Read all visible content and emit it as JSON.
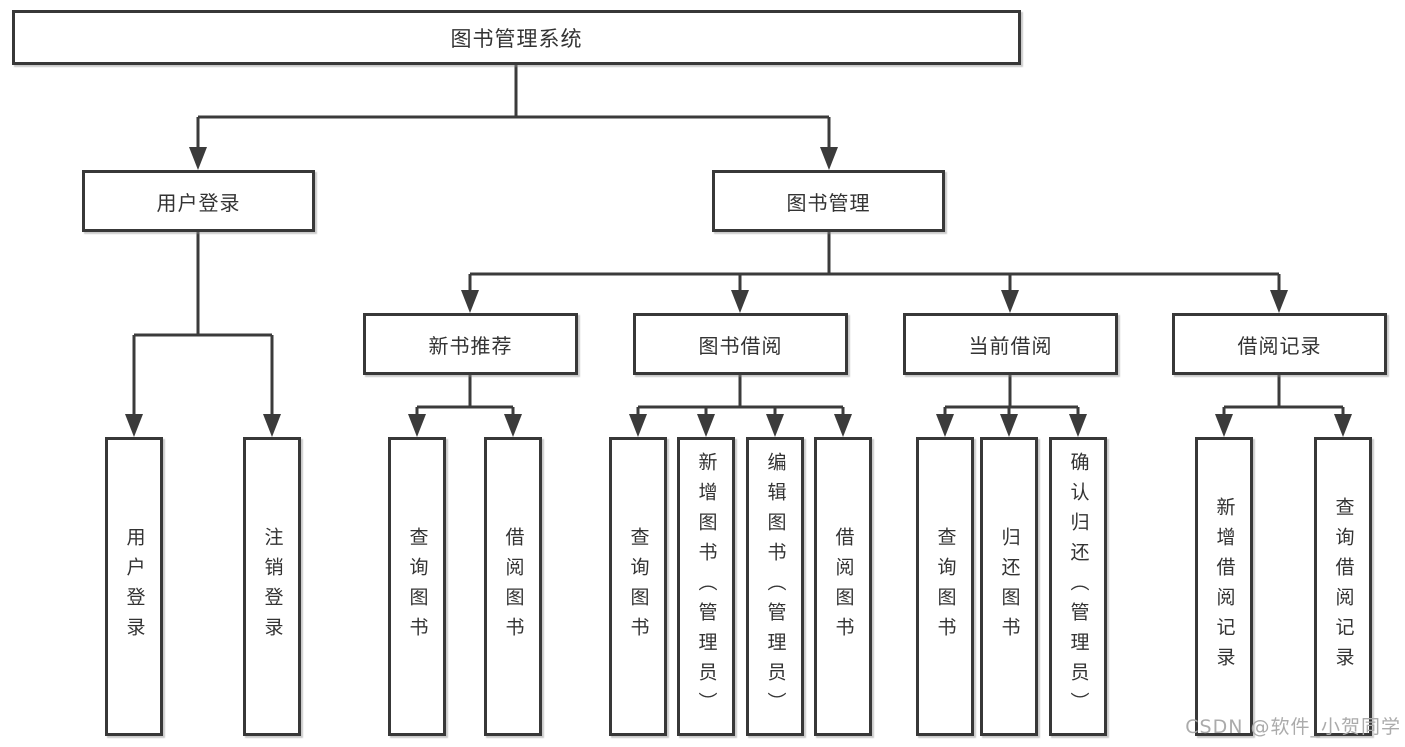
{
  "tree": {
    "label": "图书管理系统",
    "children": [
      {
        "label": "用户登录",
        "children": [
          {
            "label": "用户登录"
          },
          {
            "label": "注销登录"
          }
        ]
      },
      {
        "label": "图书管理",
        "children": [
          {
            "label": "新书推荐",
            "children": [
              {
                "label": "查询图书"
              },
              {
                "label": "借阅图书"
              }
            ]
          },
          {
            "label": "图书借阅",
            "children": [
              {
                "label": "查询图书"
              },
              {
                "label": "新增图书（管理员）"
              },
              {
                "label": "编辑图书（管理员）"
              },
              {
                "label": "借阅图书"
              }
            ]
          },
          {
            "label": "当前借阅",
            "children": [
              {
                "label": "查询图书"
              },
              {
                "label": "归还图书"
              },
              {
                "label": "确认归还（管理员）"
              }
            ]
          },
          {
            "label": "借阅记录",
            "children": [
              {
                "label": "新增借阅记录"
              },
              {
                "label": "查询借阅记录"
              }
            ]
          }
        ]
      }
    ]
  },
  "watermark": {
    "text": "CSDN @软件_小贺同学"
  },
  "colors": {
    "line": "#3b3b3b",
    "box_border": "#383838",
    "text": "#333333",
    "watermark_text": "#ababab",
    "background": "#ffffff"
  }
}
